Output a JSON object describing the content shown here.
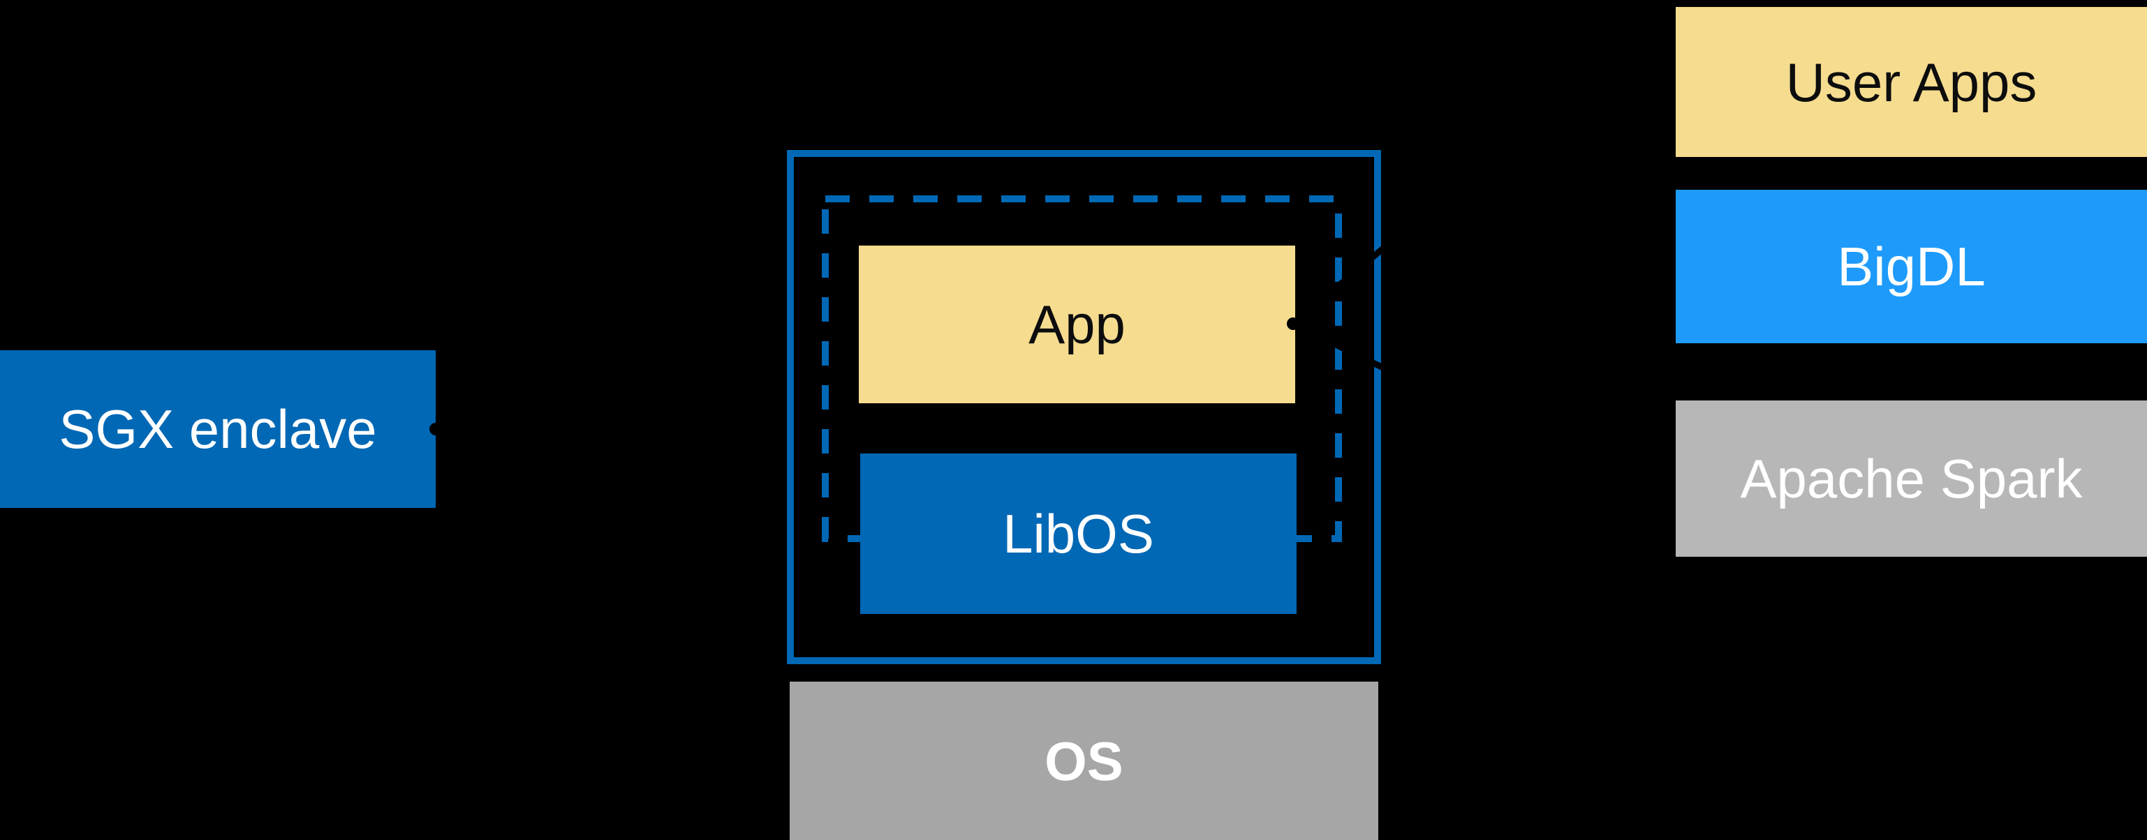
{
  "canvas": {
    "background": "#000000"
  },
  "colors": {
    "canvas-bg": "#000000",
    "intel-blue": "#0068b5",
    "bigdl-blue": "#1e9bfa",
    "app-yellow": "#f5dc8f",
    "os-gray": "#a6a6a6",
    "spark-gray": "#b7b7b7",
    "connector-black": "#000000",
    "label-on-dark": "#ffffff",
    "label-on-light": "#0d0d0d"
  },
  "enclave_label": {
    "text": "SGX enclave"
  },
  "enclave": {
    "app": "App",
    "libos": "LibOS"
  },
  "os": {
    "label": "OS"
  },
  "right_stack": {
    "items": [
      {
        "label": "User Apps"
      },
      {
        "label": "BigDL"
      },
      {
        "label": "Apache Spark"
      }
    ]
  }
}
